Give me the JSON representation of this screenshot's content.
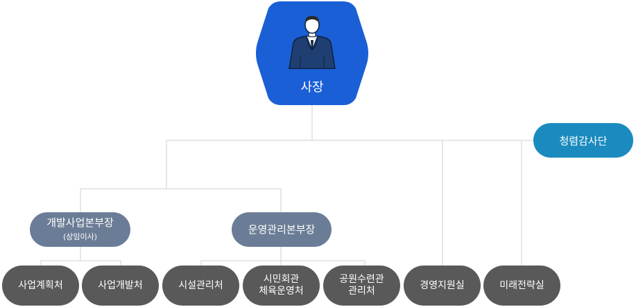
{
  "ceo": {
    "label": "사장",
    "icon": "businessman-icon",
    "color": "#1a5fd6"
  },
  "audit": {
    "label": "청렴감사단",
    "color": "#1b8bbf"
  },
  "divisions": [
    {
      "label": "개발사업본부장",
      "sub": "(상임이사)"
    },
    {
      "label": "운영관리본부장"
    }
  ],
  "departments": [
    {
      "line1": "사업계획처"
    },
    {
      "line1": "사업개발처"
    },
    {
      "line1": "시설관리처"
    },
    {
      "line1": "시민회관",
      "line2": "체육운영처"
    },
    {
      "line1": "공원수련관",
      "line2": "관리처"
    },
    {
      "line1": "경영지원실"
    },
    {
      "line1": "미래전략실"
    }
  ],
  "colors": {
    "division": "#6b7d96",
    "department": "#595959",
    "connector": "#cfcfcf"
  }
}
